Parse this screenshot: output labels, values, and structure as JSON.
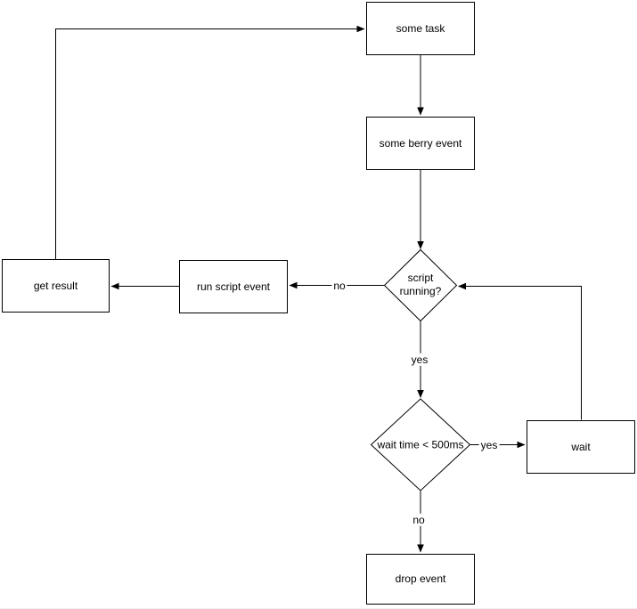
{
  "diagram": {
    "type": "flowchart",
    "background_color": "#ffffff",
    "node_fill_color": "#ffffff",
    "node_stroke_color": "#000000",
    "text_color": "#000000",
    "nodes": [
      {
        "id": "some-task",
        "shape": "rectangle",
        "label": "some task"
      },
      {
        "id": "some-berry-event",
        "shape": "rectangle",
        "label": "some berry event"
      },
      {
        "id": "script-running",
        "shape": "diamond",
        "label": "script running?"
      },
      {
        "id": "run-script-event",
        "shape": "rectangle",
        "label": "run script event"
      },
      {
        "id": "get-result",
        "shape": "rectangle",
        "label": "get result"
      },
      {
        "id": "wait-time",
        "shape": "diamond",
        "label": "wait time < 500ms"
      },
      {
        "id": "wait",
        "shape": "rectangle",
        "label": "wait"
      },
      {
        "id": "drop-event",
        "shape": "rectangle",
        "label": "drop event"
      }
    ],
    "edges": [
      {
        "from": "some-task",
        "to": "some-berry-event",
        "label": ""
      },
      {
        "from": "some-berry-event",
        "to": "script-running",
        "label": ""
      },
      {
        "from": "script-running",
        "to": "run-script-event",
        "label": "no"
      },
      {
        "from": "run-script-event",
        "to": "get-result",
        "label": ""
      },
      {
        "from": "get-result",
        "to": "some-task",
        "label": ""
      },
      {
        "from": "script-running",
        "to": "wait-time",
        "label": "yes"
      },
      {
        "from": "wait-time",
        "to": "wait",
        "label": "yes"
      },
      {
        "from": "wait",
        "to": "script-running",
        "label": ""
      },
      {
        "from": "wait-time",
        "to": "drop-event",
        "label": "no"
      }
    ]
  }
}
